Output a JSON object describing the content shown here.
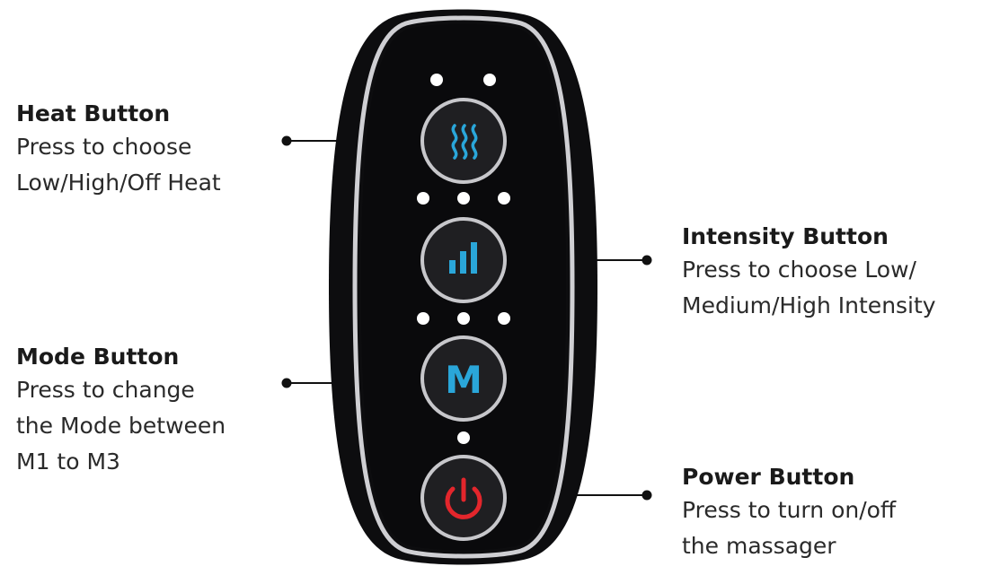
{
  "callouts": {
    "heat": {
      "title": "Heat Button",
      "lines": [
        "Press to choose",
        "Low/High/Off Heat"
      ]
    },
    "intensity": {
      "title": "Intensity Button",
      "lines": [
        "Press to choose Low/",
        "Medium/High Intensity"
      ]
    },
    "mode": {
      "title": "Mode Button",
      "lines": [
        "Press to change",
        "the Mode between",
        "M1 to M3"
      ]
    },
    "power": {
      "title": "Power Button",
      "lines": [
        "Press to turn on/off",
        "the massager"
      ]
    }
  },
  "remote": {
    "buttons": [
      {
        "name": "heat",
        "icon": "heat-waves-icon"
      },
      {
        "name": "intensity",
        "icon": "signal-bars-icon"
      },
      {
        "name": "mode",
        "icon": "m-letter-icon",
        "glyph": "M"
      },
      {
        "name": "power",
        "icon": "power-icon"
      }
    ],
    "indicator_counts": {
      "heat": 2,
      "intensity": 3,
      "mode": 3,
      "power": 1
    }
  },
  "colors": {
    "body": "#0d0d0f",
    "rim": "#cfcfd3",
    "button_face": "#1f1f22",
    "button_ring": "#c7c7cb",
    "accent_blue": "#2aa6d9",
    "power_red": "#e3262c",
    "indicator": "#ffffff",
    "leader_line": "#111111"
  }
}
